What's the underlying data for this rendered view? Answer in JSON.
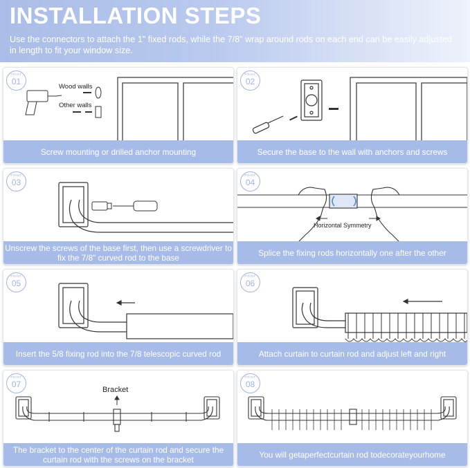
{
  "header": {
    "title": "INSTALLATION STEPS",
    "subtitle": "Use the connectors to attach the 1\" fixed rods, while the 7/8\" wrap around rods on each end can be easily adjusted in length to fit your window size."
  },
  "steps": [
    {
      "point": "POINT",
      "number": "01",
      "caption": "Screw mounting or drilled anchor mounting"
    },
    {
      "point": "POINT",
      "number": "02",
      "caption": "Secure the base to the wall with anchors and screws"
    },
    {
      "point": "POINT",
      "number": "03",
      "caption": "Unscrew the screws of the base first, then use a screwdriver to fix the 7/8\" curved rod to the base"
    },
    {
      "point": "POINT",
      "number": "04",
      "caption": "Splice the fixing rods horizontally one after the other"
    },
    {
      "point": "POINT",
      "number": "05",
      "caption": "Insert the 5/8 fixing rod into the 7/8 telescopic curved rod"
    },
    {
      "point": "POINT",
      "number": "06",
      "caption": "Attach curtain to curtain rod and adjust left and right"
    },
    {
      "point": "POINT",
      "number": "07",
      "caption": "The bracket to the center of the curtain rod and secure the curtain rod with the screws on the bracket"
    },
    {
      "point": "POINT",
      "number": "08",
      "caption": "You will getaperfectcurtain rod todecorateyourhome"
    }
  ],
  "labels": {
    "wood_walls": "Wood walls",
    "other_walls": "Other walls",
    "horizontal_symmetry": "Horizontal Symmetry",
    "bracket": "Bracket"
  },
  "colors": {
    "accent": "#a7bbe8",
    "line": "#333333"
  }
}
